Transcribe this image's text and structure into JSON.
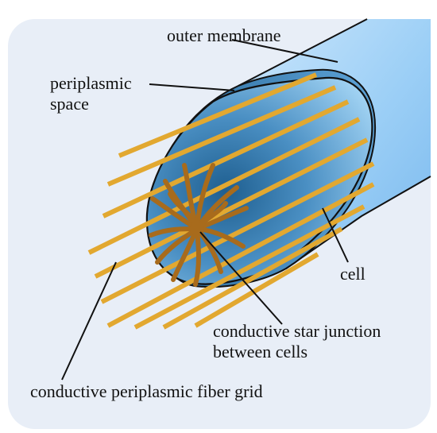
{
  "labels": {
    "outer_membrane": "outer membrane",
    "periplasmic_line1": "periplasmic",
    "periplasmic_line2": "space",
    "cell": "cell",
    "star_line1": "conductive star junction",
    "star_line2": "between cells",
    "fiber_grid": "conductive periplasmic fiber grid"
  },
  "colors": {
    "panel_bg": "#e8eef7",
    "membrane_light": "#bfe0fb",
    "membrane_mid": "#86c2f2",
    "cell_dark": "#2d6fa0",
    "cell_light": "#9fd2f5",
    "fiber": "#e2a830",
    "star": "#a86b1c",
    "outline": "#111111"
  }
}
